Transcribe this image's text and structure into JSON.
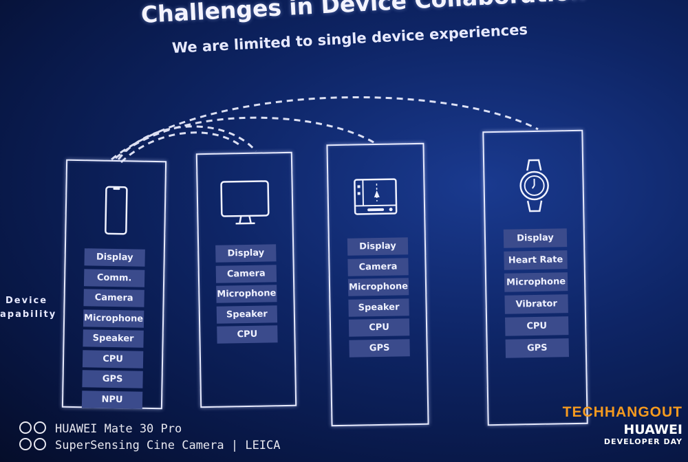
{
  "slide": {
    "title": "Challenges in Device Collaboration",
    "subtitle": "We are limited to single device experiences",
    "side_label_line1": "Device",
    "side_label_line2": "apability"
  },
  "devices": [
    {
      "icon": "phone-icon",
      "capabilities": [
        "Display",
        "Comm.",
        "Camera",
        "Microphone",
        "Speaker",
        "CPU",
        "GPS",
        "NPU"
      ]
    },
    {
      "icon": "monitor-icon",
      "capabilities": [
        "Display",
        "Camera",
        "Microphone",
        "Speaker",
        "CPU"
      ]
    },
    {
      "icon": "car-dashboard-icon",
      "capabilities": [
        "Display",
        "Camera",
        "Microphone",
        "Speaker",
        "CPU",
        "GPS"
      ]
    },
    {
      "icon": "smartwatch-icon",
      "capabilities": [
        "Display",
        "Heart Rate",
        "Microphone",
        "Vibrator",
        "CPU",
        "GPS"
      ]
    }
  ],
  "camera_watermark": {
    "line1": "HUAWEI Mate 30 Pro",
    "line2": "SuperSensing Cine Camera | LEICA"
  },
  "site_watermark": {
    "brand": "TECHHANGOUT",
    "event_brand": "HUAWEI",
    "event_name": "DEVELOPER DAY"
  },
  "colors": {
    "background": "#0e2566",
    "card_border": "#e9ecff",
    "chip": "#3b4b8c",
    "watermark_orange": "#f59a1f"
  }
}
